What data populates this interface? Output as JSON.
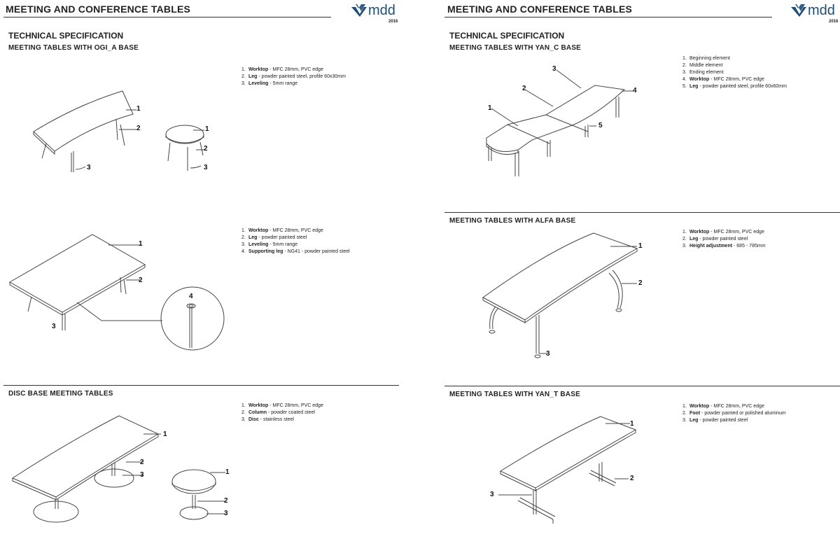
{
  "header": {
    "title": "MEETING AND CONFERENCE TABLES",
    "brand": "mdd",
    "year": "2016"
  },
  "left": {
    "section_title": "TECHNICAL SPECIFICATION",
    "ogi": {
      "title": "MEETING TABLES WITH OGI_A BASE",
      "specs": [
        {
          "num": "1.",
          "name": "Worktop",
          "desc": " - MFC 28mm, PVC edge"
        },
        {
          "num": "2.",
          "name": "Leg",
          "desc": " - powder painted steel, profile 60x30mm"
        },
        {
          "num": "3.",
          "name": "Leveling",
          "desc": " - 5mm range"
        }
      ]
    },
    "ogi2": {
      "specs": [
        {
          "num": "1.",
          "name": "Worktop",
          "desc": " - MFC 28mm, PVC edge"
        },
        {
          "num": "2.",
          "name": "Leg",
          "desc": " - powder painted steel"
        },
        {
          "num": "3.",
          "name": "Leveling",
          "desc": " - 5mm range"
        },
        {
          "num": "4.",
          "name": "Supporting leg",
          "desc": " - NG41 - powder painted steel"
        }
      ]
    },
    "disc": {
      "title": "DISC BASE MEETING TABLES",
      "specs": [
        {
          "num": "1.",
          "name": "Worktop",
          "desc": " - MFC 28mm, PVC edge"
        },
        {
          "num": "2.",
          "name": "Column",
          "desc": " - powder coated steel"
        },
        {
          "num": "3.",
          "name": "Disc",
          "desc": " - stainless steel"
        }
      ]
    }
  },
  "right": {
    "section_title": "TECHNICAL SPECIFICATION",
    "yanc": {
      "title": "MEETING TABLES WITH YAN_C BASE",
      "specs": [
        {
          "num": "1.",
          "name": "",
          "desc": "Beginning element"
        },
        {
          "num": "2.",
          "name": "",
          "desc": "Middle element"
        },
        {
          "num": "3.",
          "name": "",
          "desc": "Ending element"
        },
        {
          "num": "4.",
          "name": "Worktop",
          "desc": " - MFC 28mm, PVC edge"
        },
        {
          "num": "5.",
          "name": "Leg",
          "desc": " - powder painted steel, profile 60x60mm"
        }
      ]
    },
    "alfa": {
      "title": "MEETING TABLES WITH ALFA BASE",
      "specs": [
        {
          "num": "1.",
          "name": "Worktop",
          "desc": " - MFC 28mm, PVC edge"
        },
        {
          "num": "2.",
          "name": "Leg",
          "desc": " - powder painted steel"
        },
        {
          "num": "3.",
          "name": "Height adjustment",
          "desc": " - 685 - 785mm"
        }
      ]
    },
    "yant": {
      "title": "MEETING TABLES WITH YAN_T BASE",
      "specs": [
        {
          "num": "1.",
          "name": "Worktop",
          "desc": " - MFC 28mm, PVC edge"
        },
        {
          "num": "2.",
          "name": "Foot",
          "desc": " - powder painted or polished aluminum"
        },
        {
          "num": "3.",
          "name": "Leg",
          "desc": " - powder painted steel"
        }
      ]
    }
  },
  "callouts": [
    "1",
    "2",
    "3",
    "4",
    "5"
  ],
  "colors": {
    "brand": "#1f4e79",
    "line": "#333333"
  }
}
